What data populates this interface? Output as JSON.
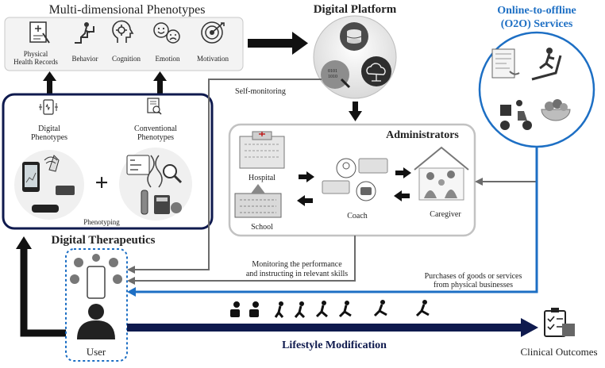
{
  "phenotypes": {
    "title": "Multi-dimensional Phenotypes",
    "items": [
      "Physical",
      "Health Records",
      "Behavior",
      "Cognition",
      "Emotion",
      "Motivation"
    ]
  },
  "platform": {
    "title": "Digital Platform",
    "self_monitoring": "Self-monitoring"
  },
  "o2o": {
    "title_line1": "Online-to-offline",
    "title_line2": "(O2O) Services"
  },
  "therapeutics": {
    "title": "Digital Therapeutics",
    "digital_line1": "Digital",
    "digital_line2": "Phenotypes",
    "conventional_line1": "Conventional",
    "conventional_line2": "Phenotypes",
    "plus": "+",
    "phenotyping": "Phenotyping"
  },
  "administrators": {
    "title": "Administrators",
    "hospital": "Hospital",
    "school": "School",
    "coach": "Coach",
    "caregiver": "Caregiver"
  },
  "flows": {
    "monitoring_line1": "Monitoring the performance",
    "monitoring_line2": "and instructing in relevant skills",
    "purchases_line1": "Purchases of goods or services",
    "purchases_line2": "from physical businesses"
  },
  "bottom": {
    "user": "User",
    "lifestyle": "Lifestyle Modification",
    "clinical": "Clinical Outcomes"
  },
  "colors": {
    "navy": "#0f1a4e",
    "o2o_blue": "#1d6fc4",
    "gray_arrow": "#6b6b6b",
    "black": "#111111"
  }
}
